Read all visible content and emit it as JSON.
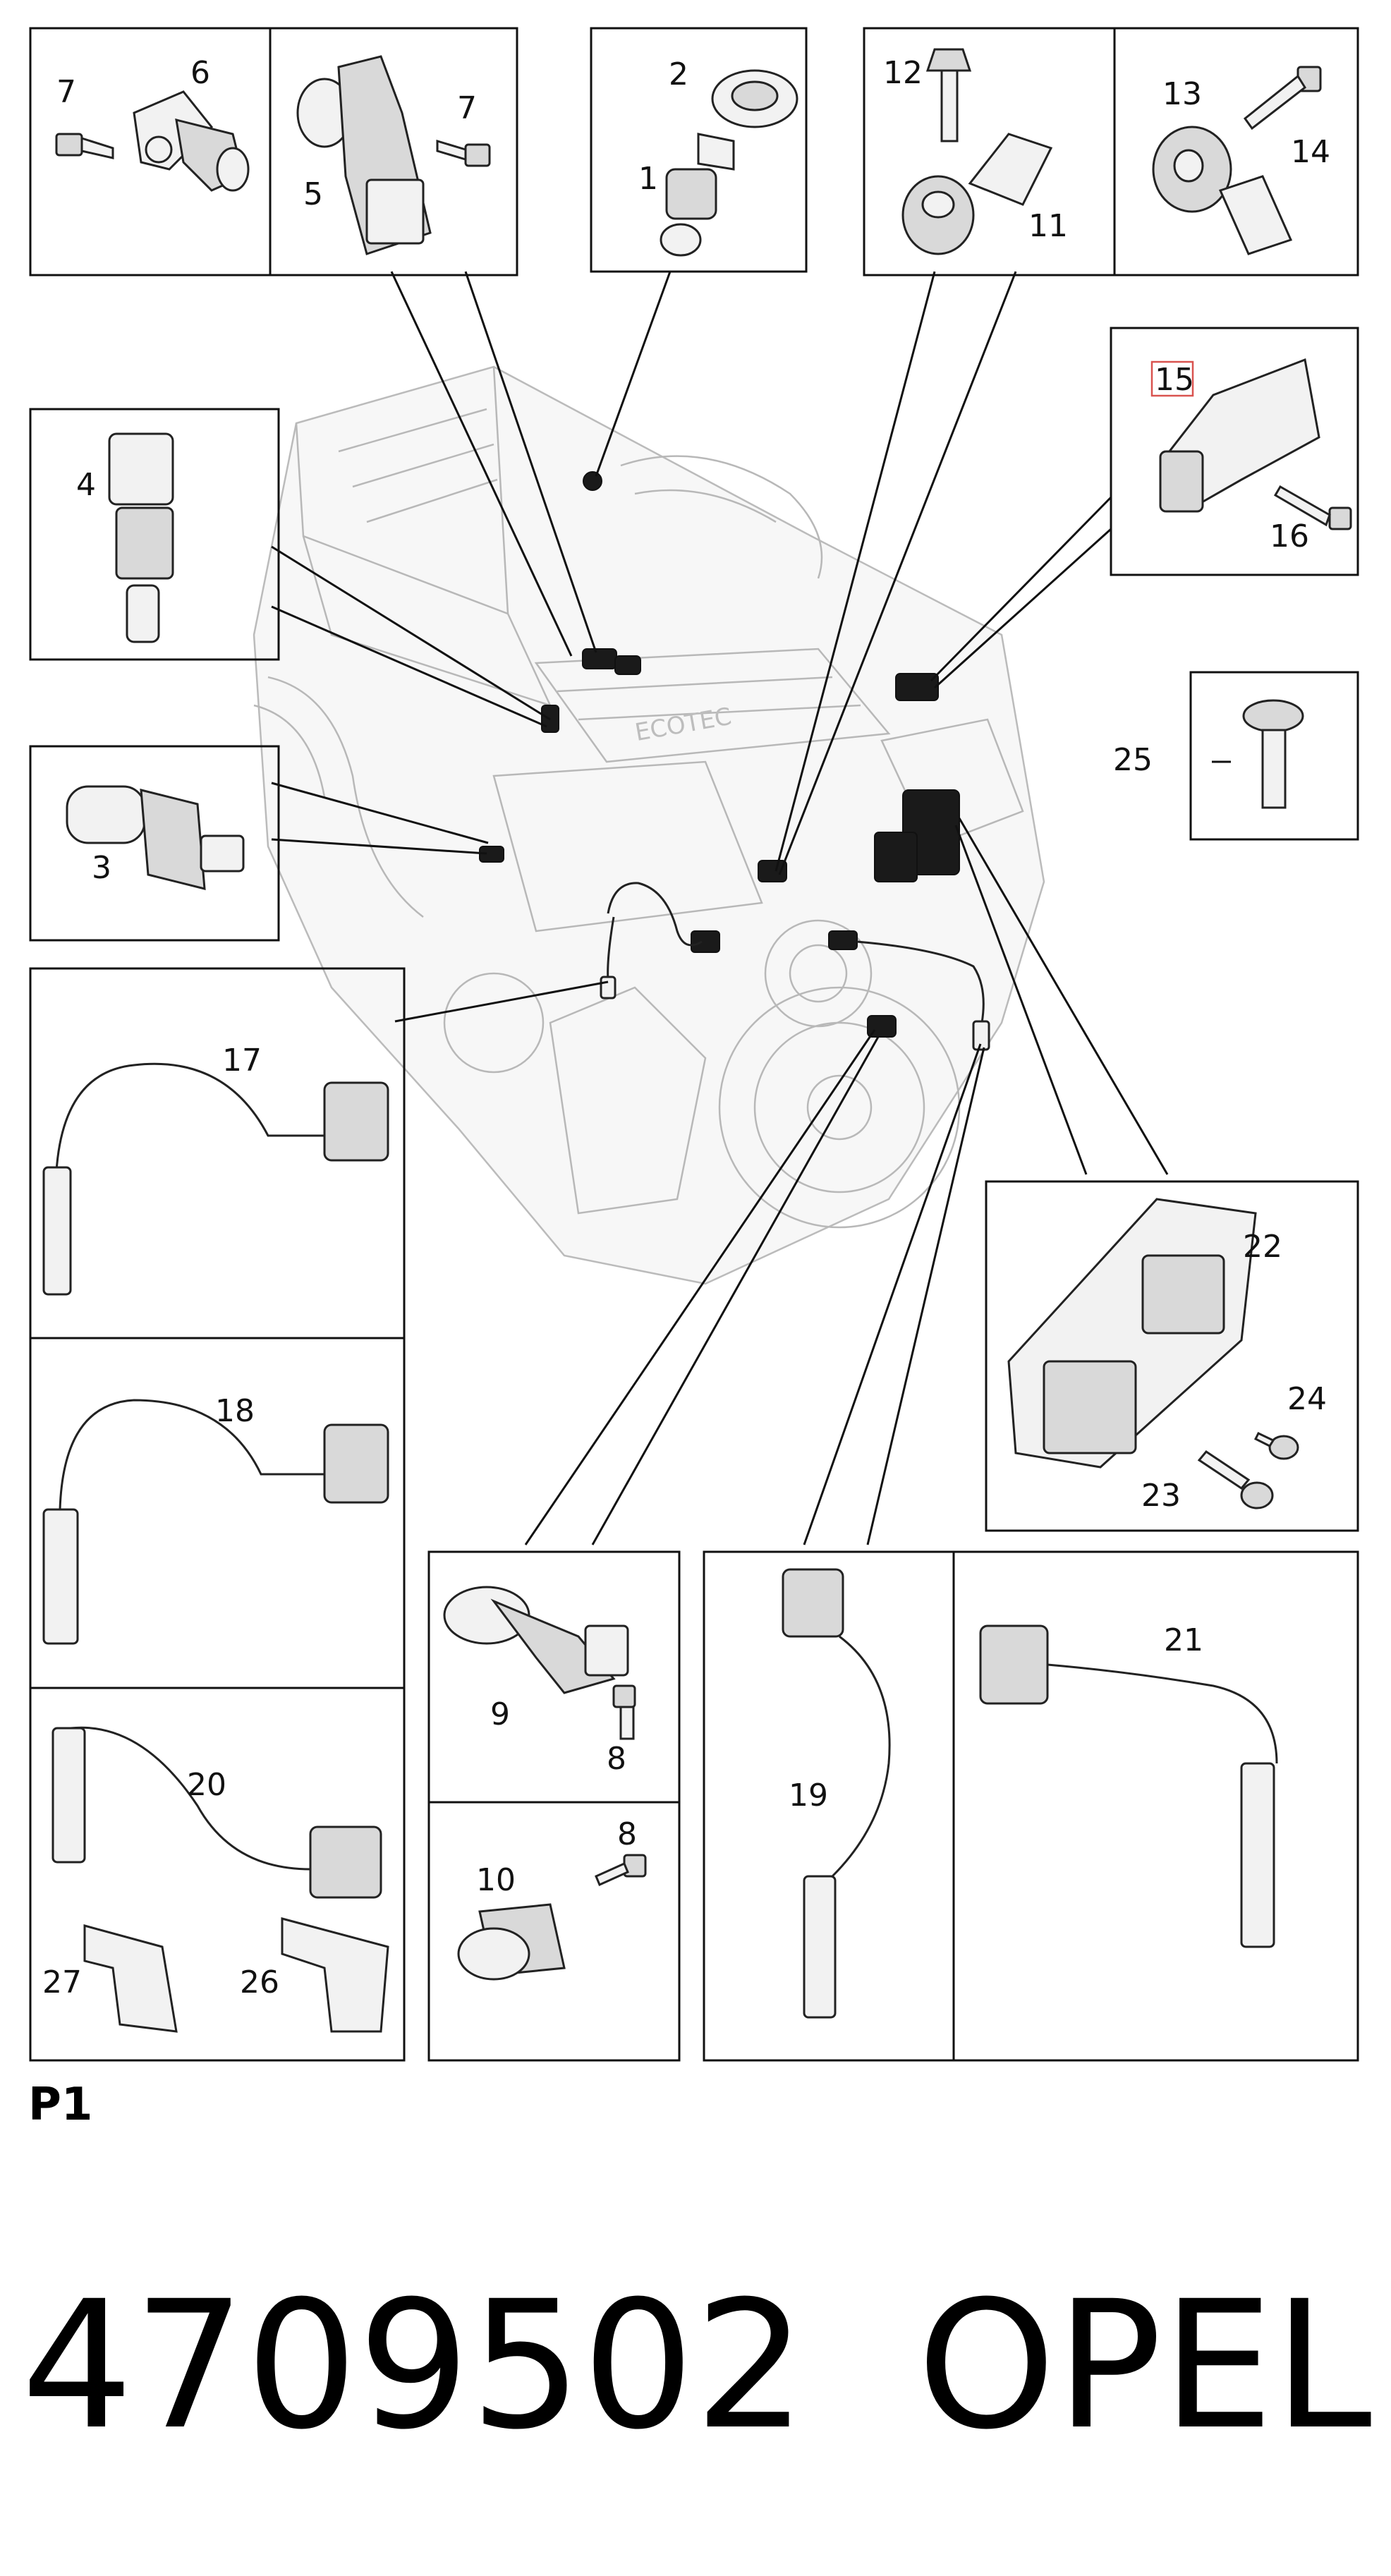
{
  "sheet_label": "P1",
  "part_number": "4709502",
  "brand": "OPEL",
  "engine_logo_text": "ECOTEC",
  "highlight_color": "#d9534f",
  "callouts": {
    "c1": "1",
    "c2": "2",
    "c3": "3",
    "c4": "4",
    "c5": "5",
    "c6": "6",
    "c7a": "7",
    "c7b": "7",
    "c8a": "8",
    "c8b": "8",
    "c9": "9",
    "c10": "10",
    "c11": "11",
    "c12": "12",
    "c13": "13",
    "c14": "14",
    "c15": "15",
    "c16": "16",
    "c17": "17",
    "c18": "18",
    "c19": "19",
    "c20": "20",
    "c21": "21",
    "c22": "22",
    "c23": "23",
    "c24": "24",
    "c25": "25",
    "c26": "26",
    "c27": "27"
  }
}
